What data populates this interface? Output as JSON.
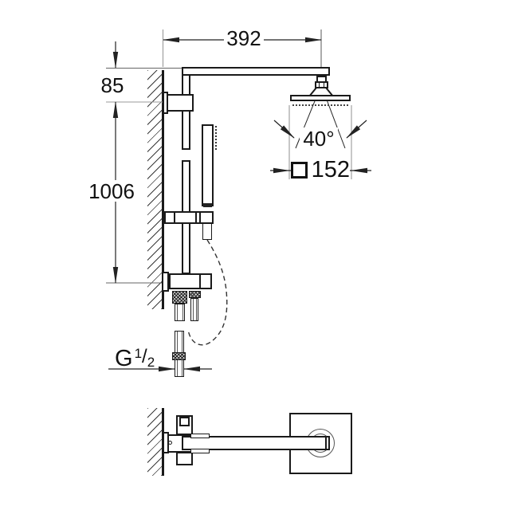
{
  "labels": {
    "arm_projection": "392",
    "head_drop": "85",
    "rail_height": "1006",
    "spray_angle": "40°",
    "head_size": "152",
    "thread_prefix": "G",
    "thread_numerator": "1",
    "thread_slash": "/",
    "thread_denominator": "2"
  },
  "icons": {
    "square_symbol_icon": "□"
  },
  "colors": {
    "background": "#ffffff",
    "outline": "#1a1a1a",
    "dimension_line": "#222222",
    "extension_line": "#999999",
    "text": "#111111"
  }
}
